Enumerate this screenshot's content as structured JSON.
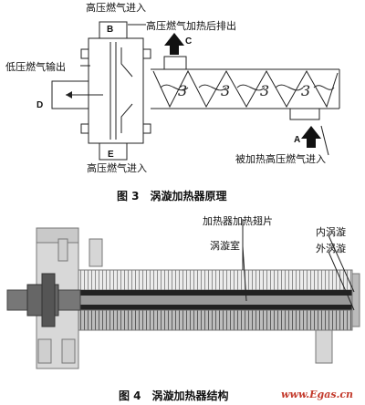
{
  "fig3": {
    "caption": "图 3　涡漩加热器原理",
    "labels": {
      "hp_in_top": "高压燃气进入",
      "hp_heated_out": "高压燃气加热后排出",
      "lp_out": "低压燃气输出",
      "hp_in_bottom": "高压燃气进入",
      "heated_hp_in": "被加热高压燃气进入"
    },
    "letters": {
      "a": "A",
      "b": "B",
      "c": "C",
      "d": "D",
      "e": "E"
    }
  },
  "fig4": {
    "caption": "图 4　涡漩加热器结构",
    "labels": {
      "fins": "加热器加热翅片",
      "chamber": "涡漩室",
      "inner_vortex": "内涡漩",
      "outer_vortex": "外涡漩"
    }
  },
  "watermark": "www.Egas.cn"
}
